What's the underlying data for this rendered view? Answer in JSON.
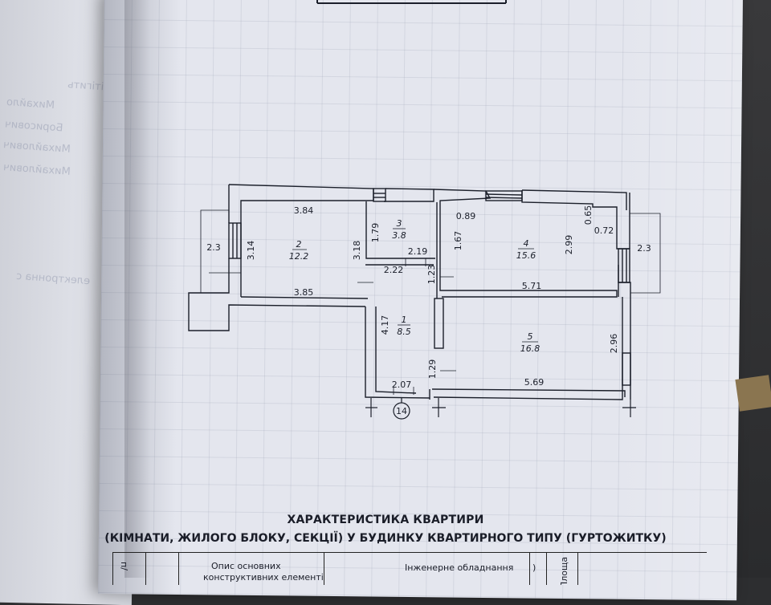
{
  "floor_plan": {
    "axis_marker": "14",
    "rooms": [
      {
        "number": "1",
        "area": "8.5"
      },
      {
        "number": "2",
        "area": "12.2"
      },
      {
        "number": "3",
        "area": "3.8"
      },
      {
        "number": "4",
        "area": "15.6"
      },
      {
        "number": "5",
        "area": "16.8"
      }
    ],
    "dimensions": {
      "room2_top": "3.84",
      "room2_bottom": "3.85",
      "room2_left": "3.14",
      "room2_right": "3.18",
      "balcony_left": "2.3",
      "room3_left": "1.79",
      "room3_bottom": "2.19",
      "room3_right": "1.67",
      "corridor_top": "2.22",
      "corridor_small": "1.23",
      "room1_left": "4.17",
      "room1_bottom": "2.07",
      "room1_right": "1.29",
      "room4_corner_left": "0.89",
      "room4_corner_right": "0.65",
      "room4_right": "2.99",
      "room4_bottom": "5.71",
      "balcony_right_width": "0.72",
      "balcony_right": "2.3",
      "room5_right": "2.96",
      "room5_bottom": "5.69"
    }
  },
  "heading": {
    "line1": "ХАРАКТЕРИСТИКА КВАРТИРИ",
    "line2": "(КІМНАТИ, ЖИЛОГО БЛОКУ, СЕКЦІЇ) У БУДИНКУ КВАРТИРНОГО ТИПУ (ГУРТОЖИТКУ)"
  },
  "table": {
    "col_left_rot": "п/",
    "col_main": "Опис основних",
    "col_main_cut": "конструктивних елементів",
    "col_eng": "Інженерне обладнання",
    "col_area_rot": "Площа",
    "col_paren": ")"
  },
  "back_page": {
    "line1": "вітігить",
    "line2": "Михайло",
    "line3": "Борисович",
    "line4": "Михайлович",
    "line5": "Михайлович",
    "line6": "електронна с"
  }
}
